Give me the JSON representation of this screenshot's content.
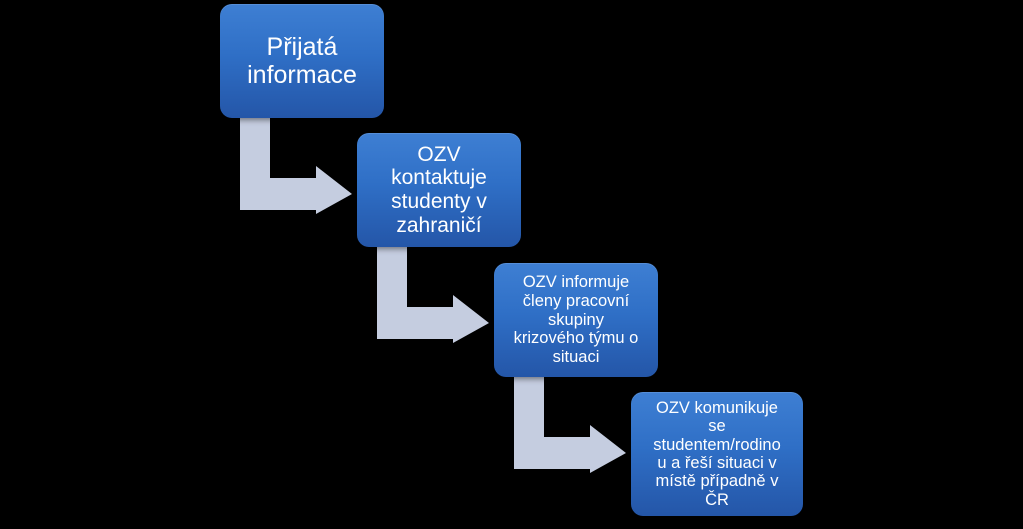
{
  "colors": {
    "background": "#000000",
    "box_fill": "#2f6fc6",
    "arrow_fill": "#c5cde0",
    "text": "#ffffff"
  },
  "steps": [
    {
      "label": "Přijatá\ninformace"
    },
    {
      "label": "OZV\nkontaktuje\nstudenty v\nzahraničí"
    },
    {
      "label": "OZV informuje\nčleny pracovní\nskupiny\nkrizového týmu o\nsituaci"
    },
    {
      "label": "OZV komunikuje\nse\nstudentem/rodino\nu a řeší situaci v\nmístě případně v\nČR"
    }
  ],
  "connectors": [
    {
      "from": 1,
      "to": 2,
      "icon": "bent-arrow-right"
    },
    {
      "from": 2,
      "to": 3,
      "icon": "bent-arrow-right"
    },
    {
      "from": 3,
      "to": 4,
      "icon": "bent-arrow-right"
    }
  ]
}
